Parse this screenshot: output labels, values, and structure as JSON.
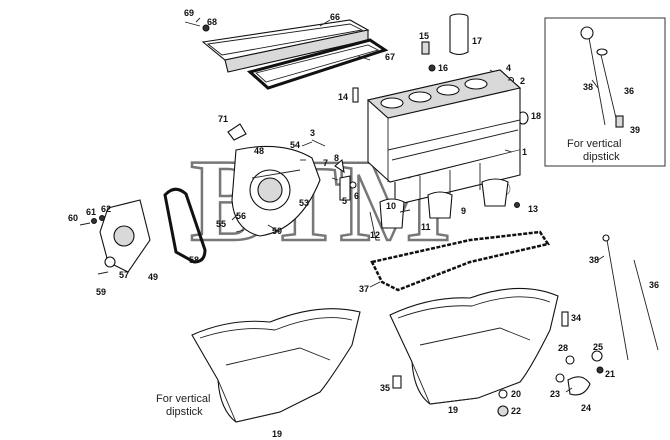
{
  "watermark": {
    "text": "BTM",
    "mark": "®"
  },
  "captions": {
    "inset": "For vertical\ndipstick",
    "pan": "For vertical\ndipstick"
  },
  "labels": {
    "n69": "69",
    "n68": "68",
    "n66": "66",
    "n67": "67",
    "n15": "15",
    "n17": "17",
    "n16": "16",
    "n4": "4",
    "n2": "2",
    "n14": "14",
    "n18": "18",
    "n71": "71",
    "n3": "3",
    "n48": "48",
    "n54": "54",
    "n7": "7",
    "n8": "8",
    "n1": "1",
    "n5": "5",
    "n6": "6",
    "n9": "9",
    "n13": "13",
    "n10": "10",
    "n11": "11",
    "n12": "12",
    "n53": "53",
    "n56": "56",
    "n55": "55",
    "n50": "50",
    "n60": "60",
    "n61": "61",
    "n62": "62",
    "n57": "57",
    "n49": "49",
    "n58": "58",
    "n59": "59",
    "n37": "37",
    "n38a": "38",
    "n36a": "36",
    "n39": "39",
    "n38b": "38",
    "n36b": "36",
    "n34": "34",
    "n28": "28",
    "n25": "25",
    "n21": "21",
    "n23": "23",
    "n24": "24",
    "n35": "35",
    "n20": "20",
    "n22": "22",
    "n19a": "19",
    "n19b": "19"
  }
}
